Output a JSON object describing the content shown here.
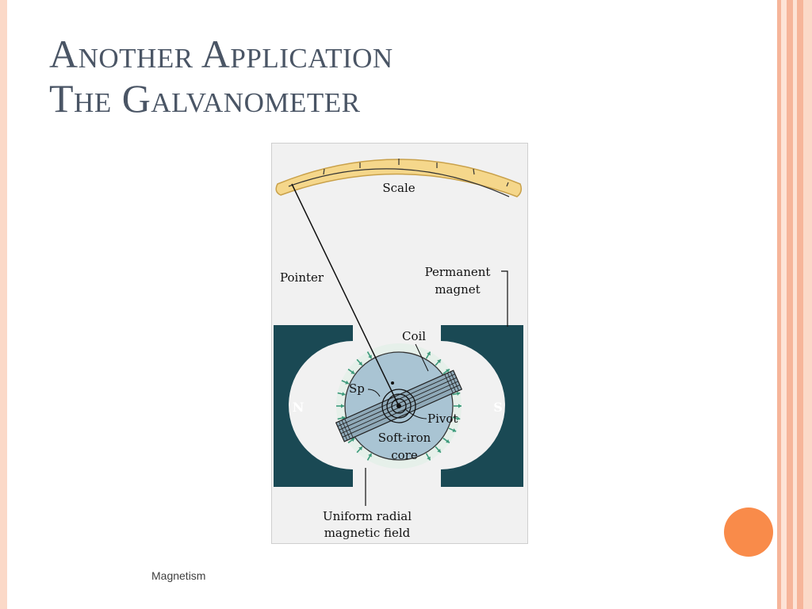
{
  "slide": {
    "title_line1": "Another Application",
    "title_line2": "The Galvanometer",
    "footer": "Magnetism"
  },
  "diagram": {
    "labels": {
      "scale": "Scale",
      "pointer": "Pointer",
      "permanent_magnet_line1": "Permanent",
      "permanent_magnet_line2": "magnet",
      "coil": "Coil",
      "sp": "Sp",
      "pivot": "Pivot",
      "core_line1": "Soft-iron",
      "core_line2": "core",
      "north": "N",
      "south": "S",
      "field_line1": "Uniform radial",
      "field_line2": "magnetic field"
    }
  },
  "colors": {
    "title": "#4a5565",
    "accent_dot": "#f98b4a",
    "stripe_dark": "#f6b59a",
    "stripe_light": "#fbd9c8",
    "magnet": "#1a4954",
    "core": "#a9c4d3",
    "scale_fill": "#f5d78b",
    "field_arrow": "#3d9a7b",
    "figure_bg": "#f1f1f1"
  }
}
